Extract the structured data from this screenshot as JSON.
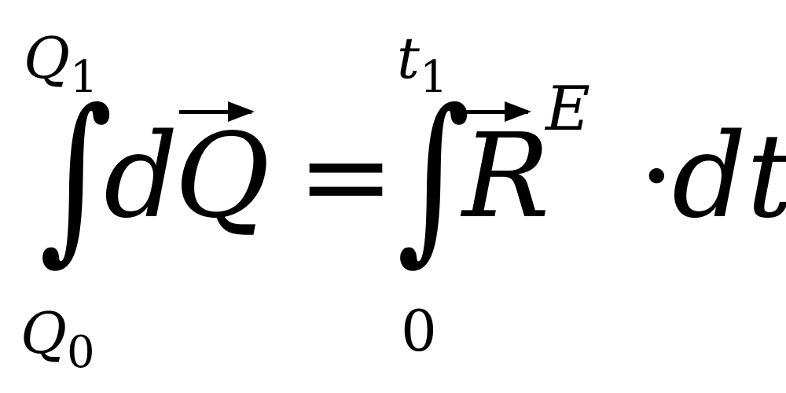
{
  "formula": {
    "lhs": {
      "integral_sign": "∫",
      "upper_limit": {
        "base": "Q",
        "sub": "1"
      },
      "lower_limit": {
        "base": "Q",
        "sub": "0"
      },
      "differential": "d",
      "vector_symbol": "Q"
    },
    "equals": "=",
    "rhs": {
      "integral_sign": "∫",
      "upper_limit": {
        "base": "t",
        "sub": "1"
      },
      "lower_limit": "0",
      "vector_symbol": "R",
      "superscript": "E",
      "dot": "·",
      "differential": "dt"
    }
  }
}
